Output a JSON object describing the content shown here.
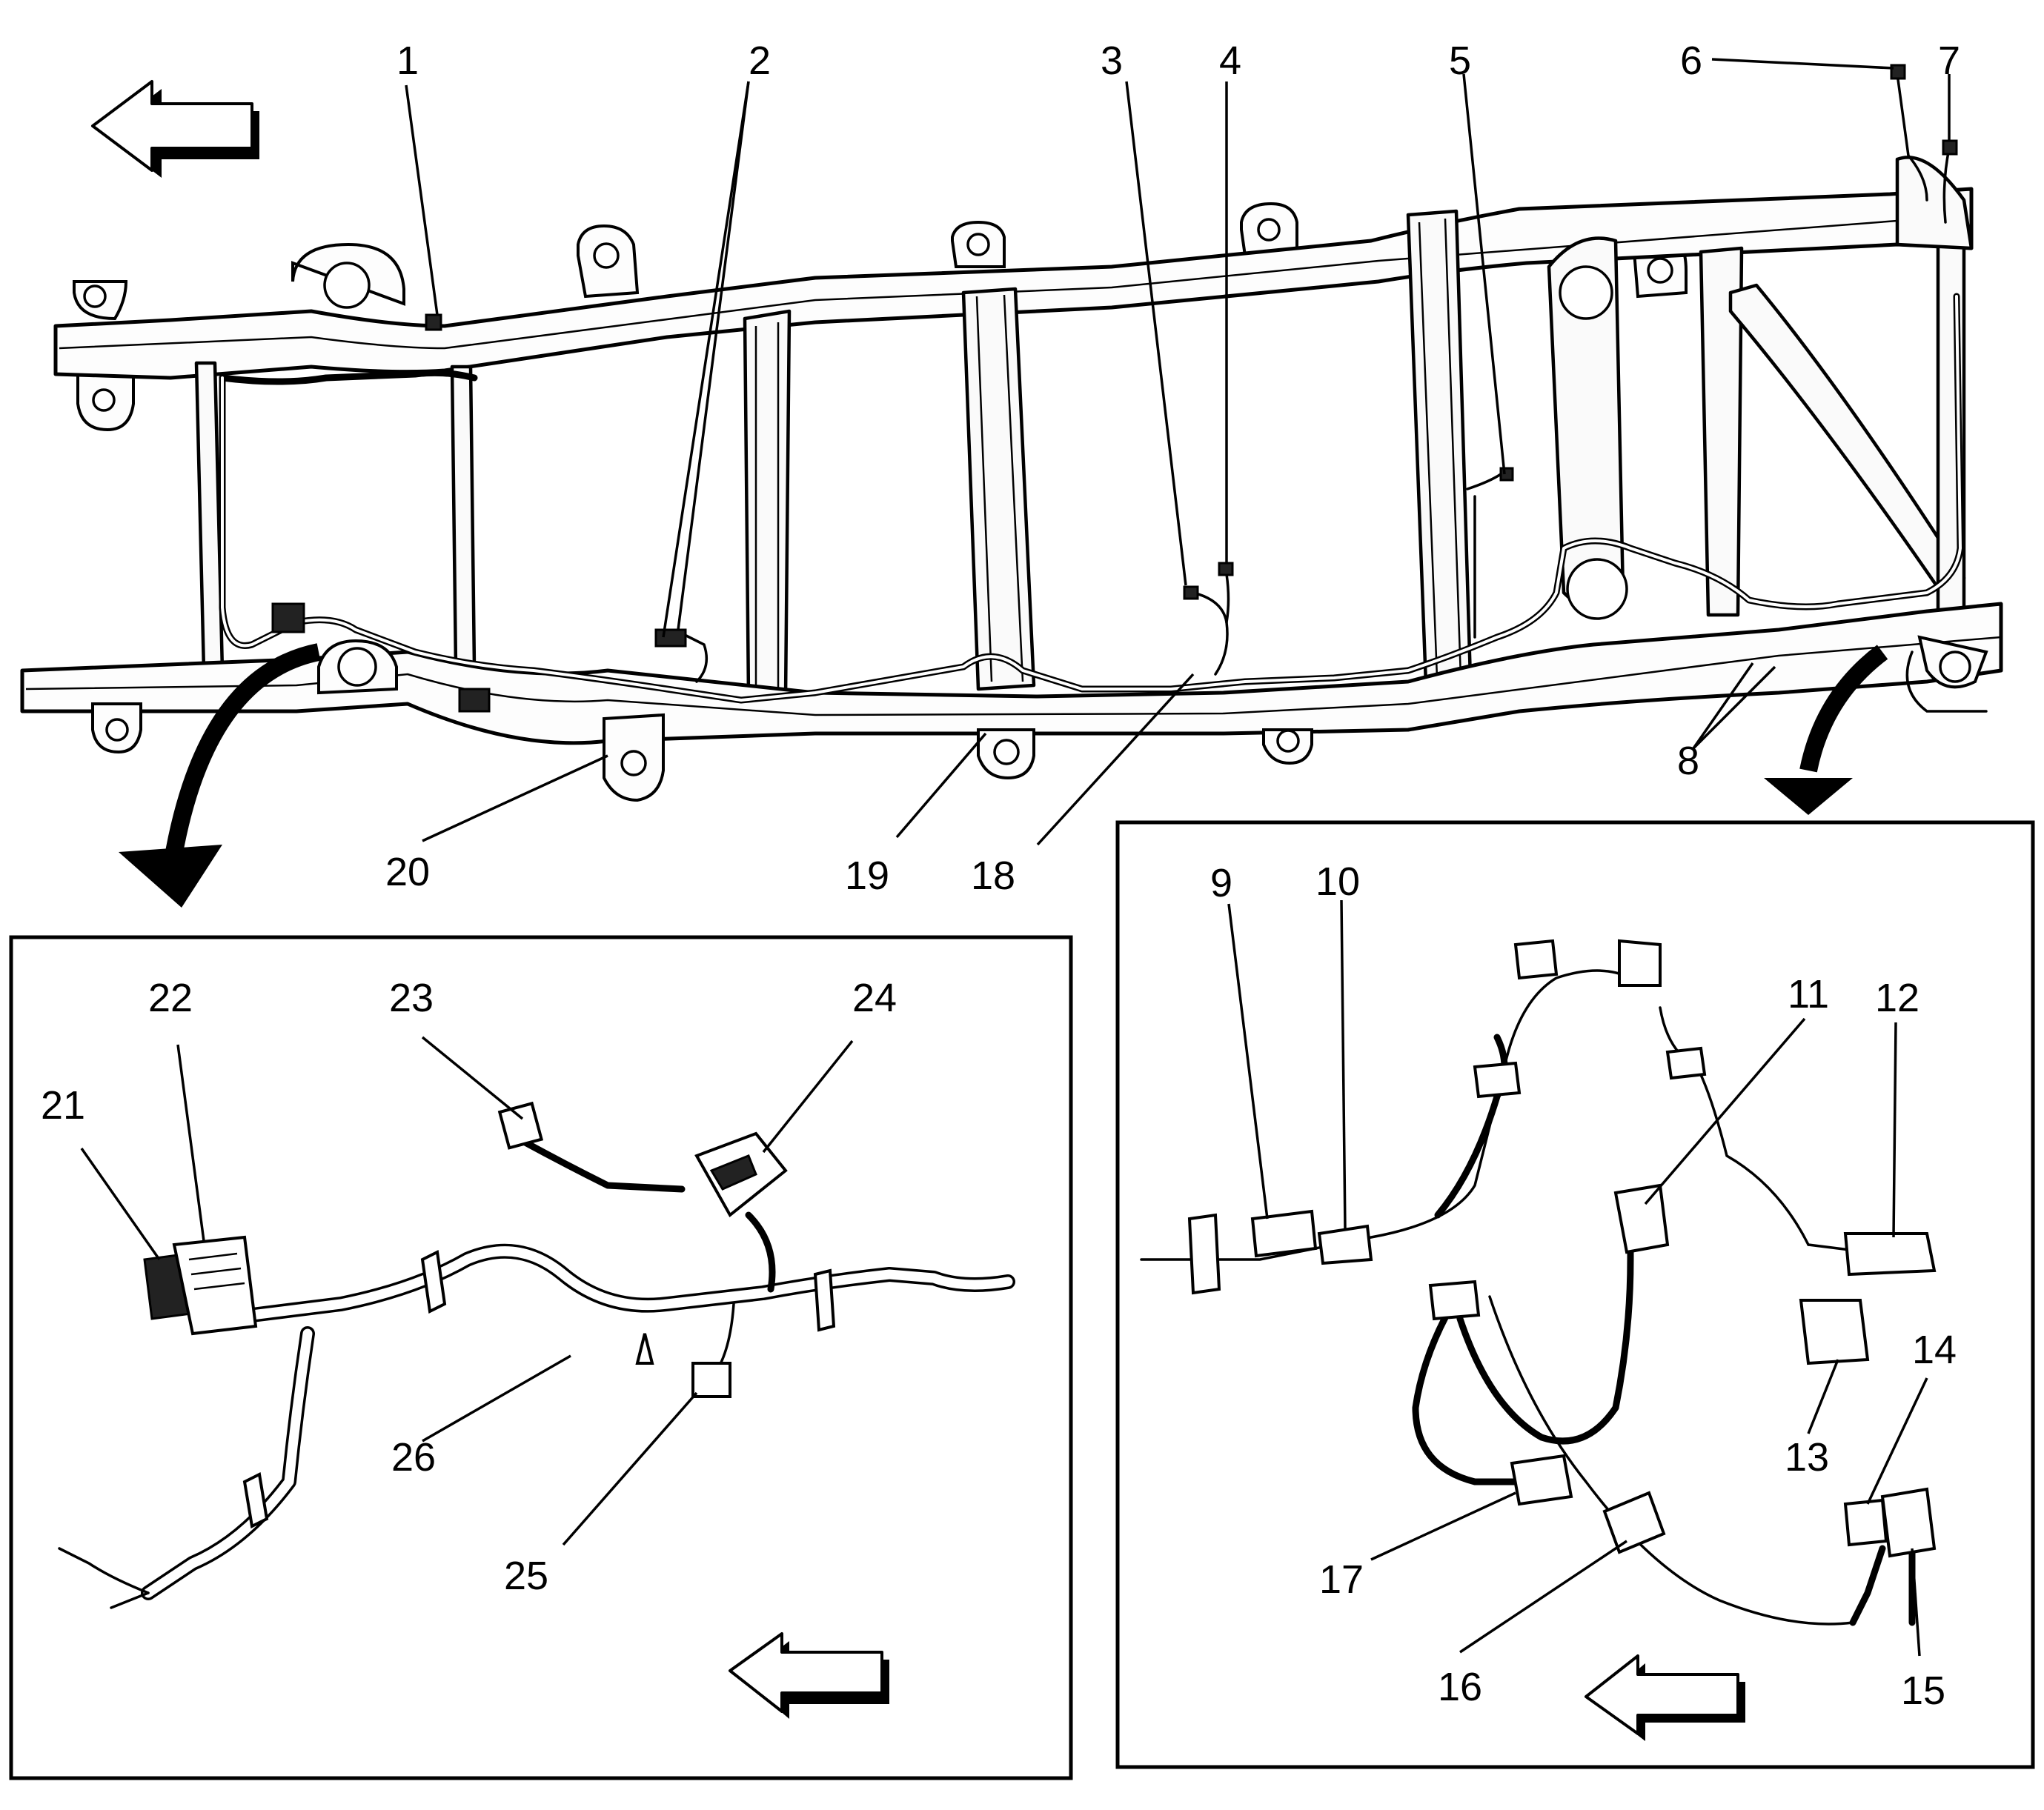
{
  "callouts": {
    "c1": "1",
    "c2": "2",
    "c3": "3",
    "c4": "4",
    "c5": "5",
    "c6": "6",
    "c7": "7",
    "c8": "8",
    "c9": "9",
    "c10": "10",
    "c11": "11",
    "c12": "12",
    "c13": "13",
    "c14": "14",
    "c15": "15",
    "c16": "16",
    "c17": "17",
    "c18": "18",
    "c19": "19",
    "c20": "20",
    "c21": "21",
    "c22": "22",
    "c23": "23",
    "c24": "24",
    "c25": "25",
    "c26": "26"
  },
  "icons": {
    "direction": "forward-direction-arrow-icon",
    "zoom": "detail-zoom-arrow-icon"
  },
  "colors": {
    "line": "#000000",
    "fill": "#ffffff"
  }
}
